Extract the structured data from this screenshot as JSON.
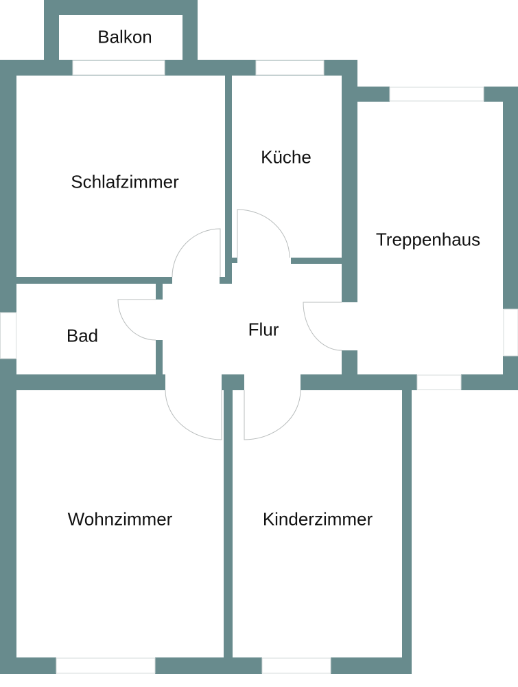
{
  "plan": {
    "wall_color": "#688b8d",
    "rooms": {
      "balkon": "Balkon",
      "schlafzimmer": "Schlafzimmer",
      "kueche": "Küche",
      "treppenhaus": "Treppenhaus",
      "bad": "Bad",
      "flur": "Flur",
      "wohnzimmer": "Wohnzimmer",
      "kinderzimmer": "Kinderzimmer"
    }
  }
}
